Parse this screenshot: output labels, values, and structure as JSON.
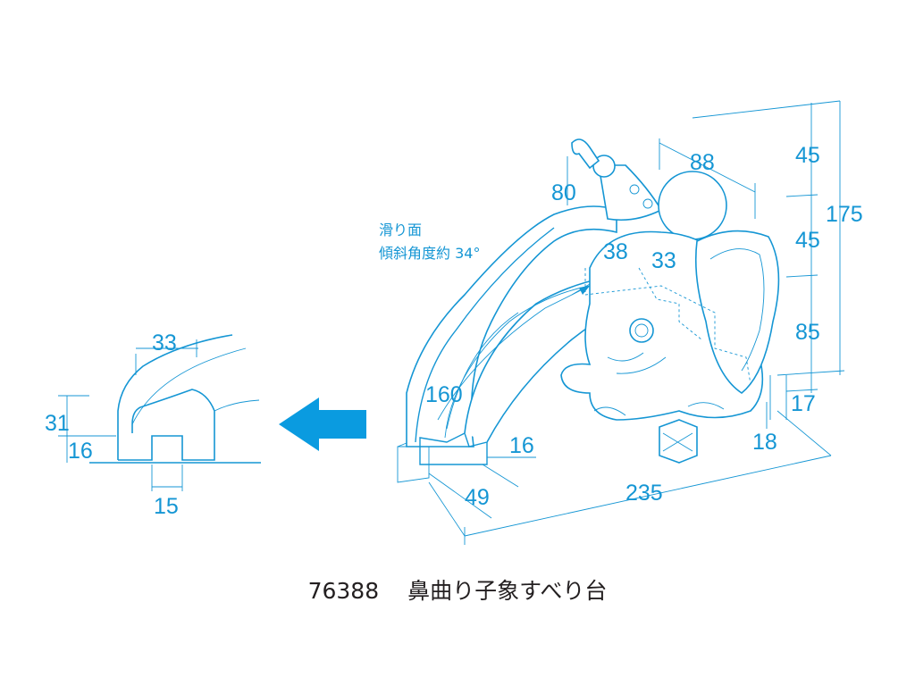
{
  "colors": {
    "line": "#1596d4",
    "arrow": "#0a9be0",
    "caption": "#231f20"
  },
  "annotation": {
    "line1": "滑り面",
    "line2": "傾斜角度約 34°"
  },
  "dimensions": {
    "main": {
      "width_top": "88",
      "height_1": "45",
      "height_total": "175",
      "post": "80",
      "height_2": "45",
      "head_depth": "38",
      "head_width": "33",
      "height_3": "85",
      "base_h": "17",
      "slide_length": "160",
      "slide_end_h": "16",
      "foot": "18",
      "total_length": "235",
      "slide_width": "49"
    },
    "section": {
      "top": "33",
      "height": "31",
      "inner": "16",
      "gap": "15"
    }
  },
  "caption": {
    "code": "76388",
    "name": "鼻曲り子象すべり台"
  }
}
